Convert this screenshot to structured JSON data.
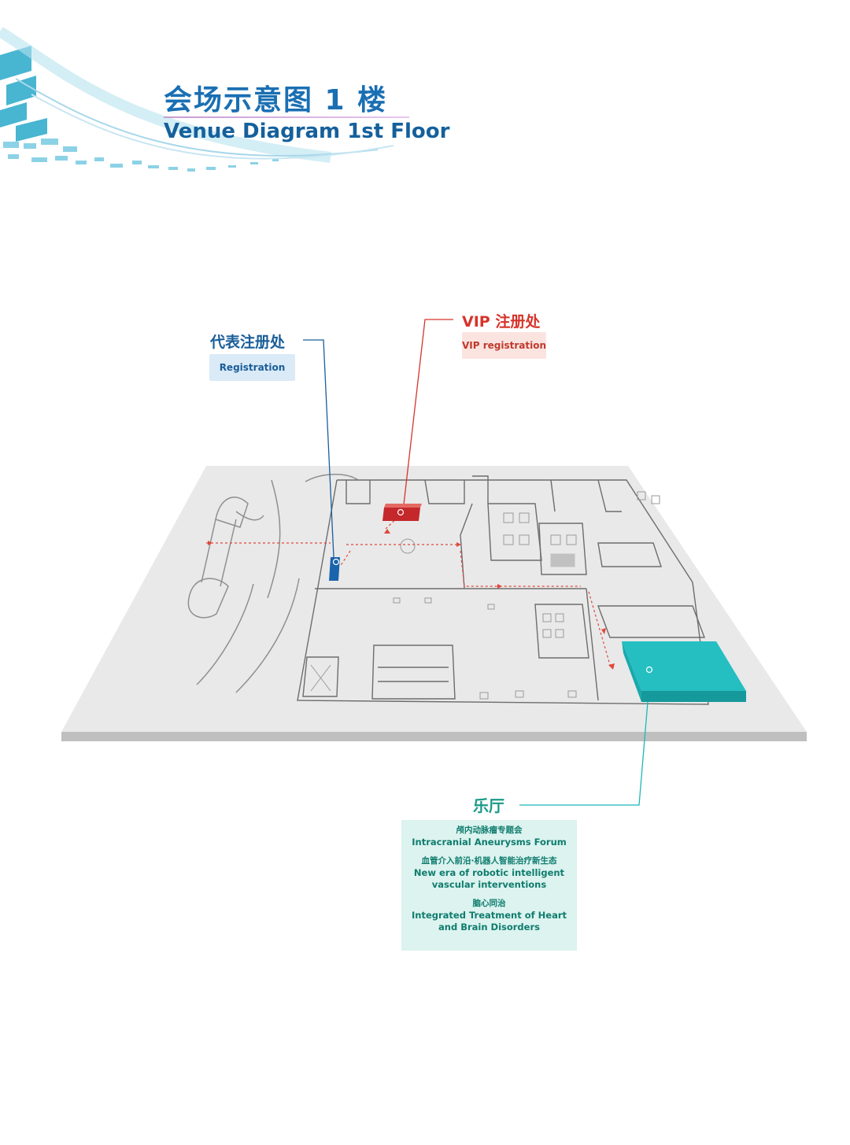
{
  "header": {
    "title_zh": "会场示意图 1 楼",
    "title_en": "Venue Diagram 1st Floor"
  },
  "callouts": {
    "registration": {
      "title": "代表注册处",
      "tag": "Registration",
      "color": "#1a5e99"
    },
    "vip": {
      "title": "VIP 注册处",
      "tag": "VIP registration",
      "color": "#d6342b"
    },
    "hall": {
      "title": "乐厅",
      "color": "#1fb6b6",
      "sessions": [
        {
          "zh": "颅内动脉瘤专题会",
          "en": "Intracranial Aneurysms Forum"
        },
        {
          "zh": "血管介入前沿·机器人智能治疗新生态",
          "en": "New era of robotic intelligent vascular interventions"
        },
        {
          "zh": "脑心同治",
          "en": "Integrated Treatment of Heart and Brain Disorders"
        }
      ]
    }
  },
  "colors": {
    "brand_blue": "#1a6fb3",
    "floor_gray": "#e9e9e9",
    "path_red": "#e0473d",
    "hall_teal": "#1fb6b6"
  }
}
